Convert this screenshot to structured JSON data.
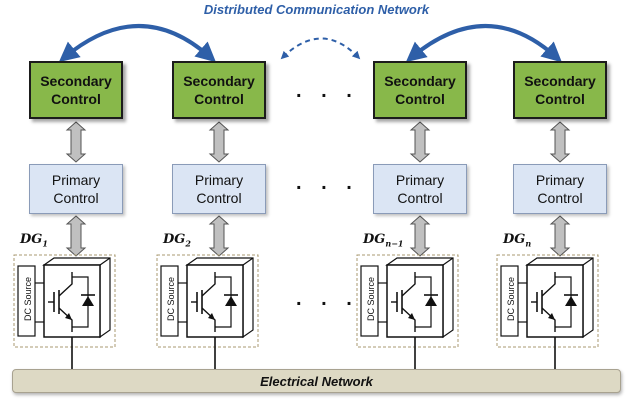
{
  "title": "Distributed Communication Network",
  "secondary_label": [
    "Secondary",
    "Control"
  ],
  "primary_label": [
    "Primary",
    "Control"
  ],
  "ellipsis": ". . .",
  "units": [
    {
      "dg_base": "DG",
      "dg_sub": "1",
      "dc_source": "DC Source"
    },
    {
      "dg_base": "DG",
      "dg_sub": "2",
      "dc_source": "DC Source"
    },
    {
      "dg_base": "DG",
      "dg_sub": "n−1",
      "dc_source": "DC Source"
    },
    {
      "dg_base": "DG",
      "dg_sub": "n",
      "dc_source": "DC Source"
    }
  ],
  "bus_label": "Electrical Network",
  "colors": {
    "secondary_fill": "#88b84a",
    "primary_fill": "#dbe5f4",
    "comm_arrow": "#2e5fa8",
    "bus_fill": "#ddd9c4",
    "link_arrow": "#c0c0c0"
  }
}
